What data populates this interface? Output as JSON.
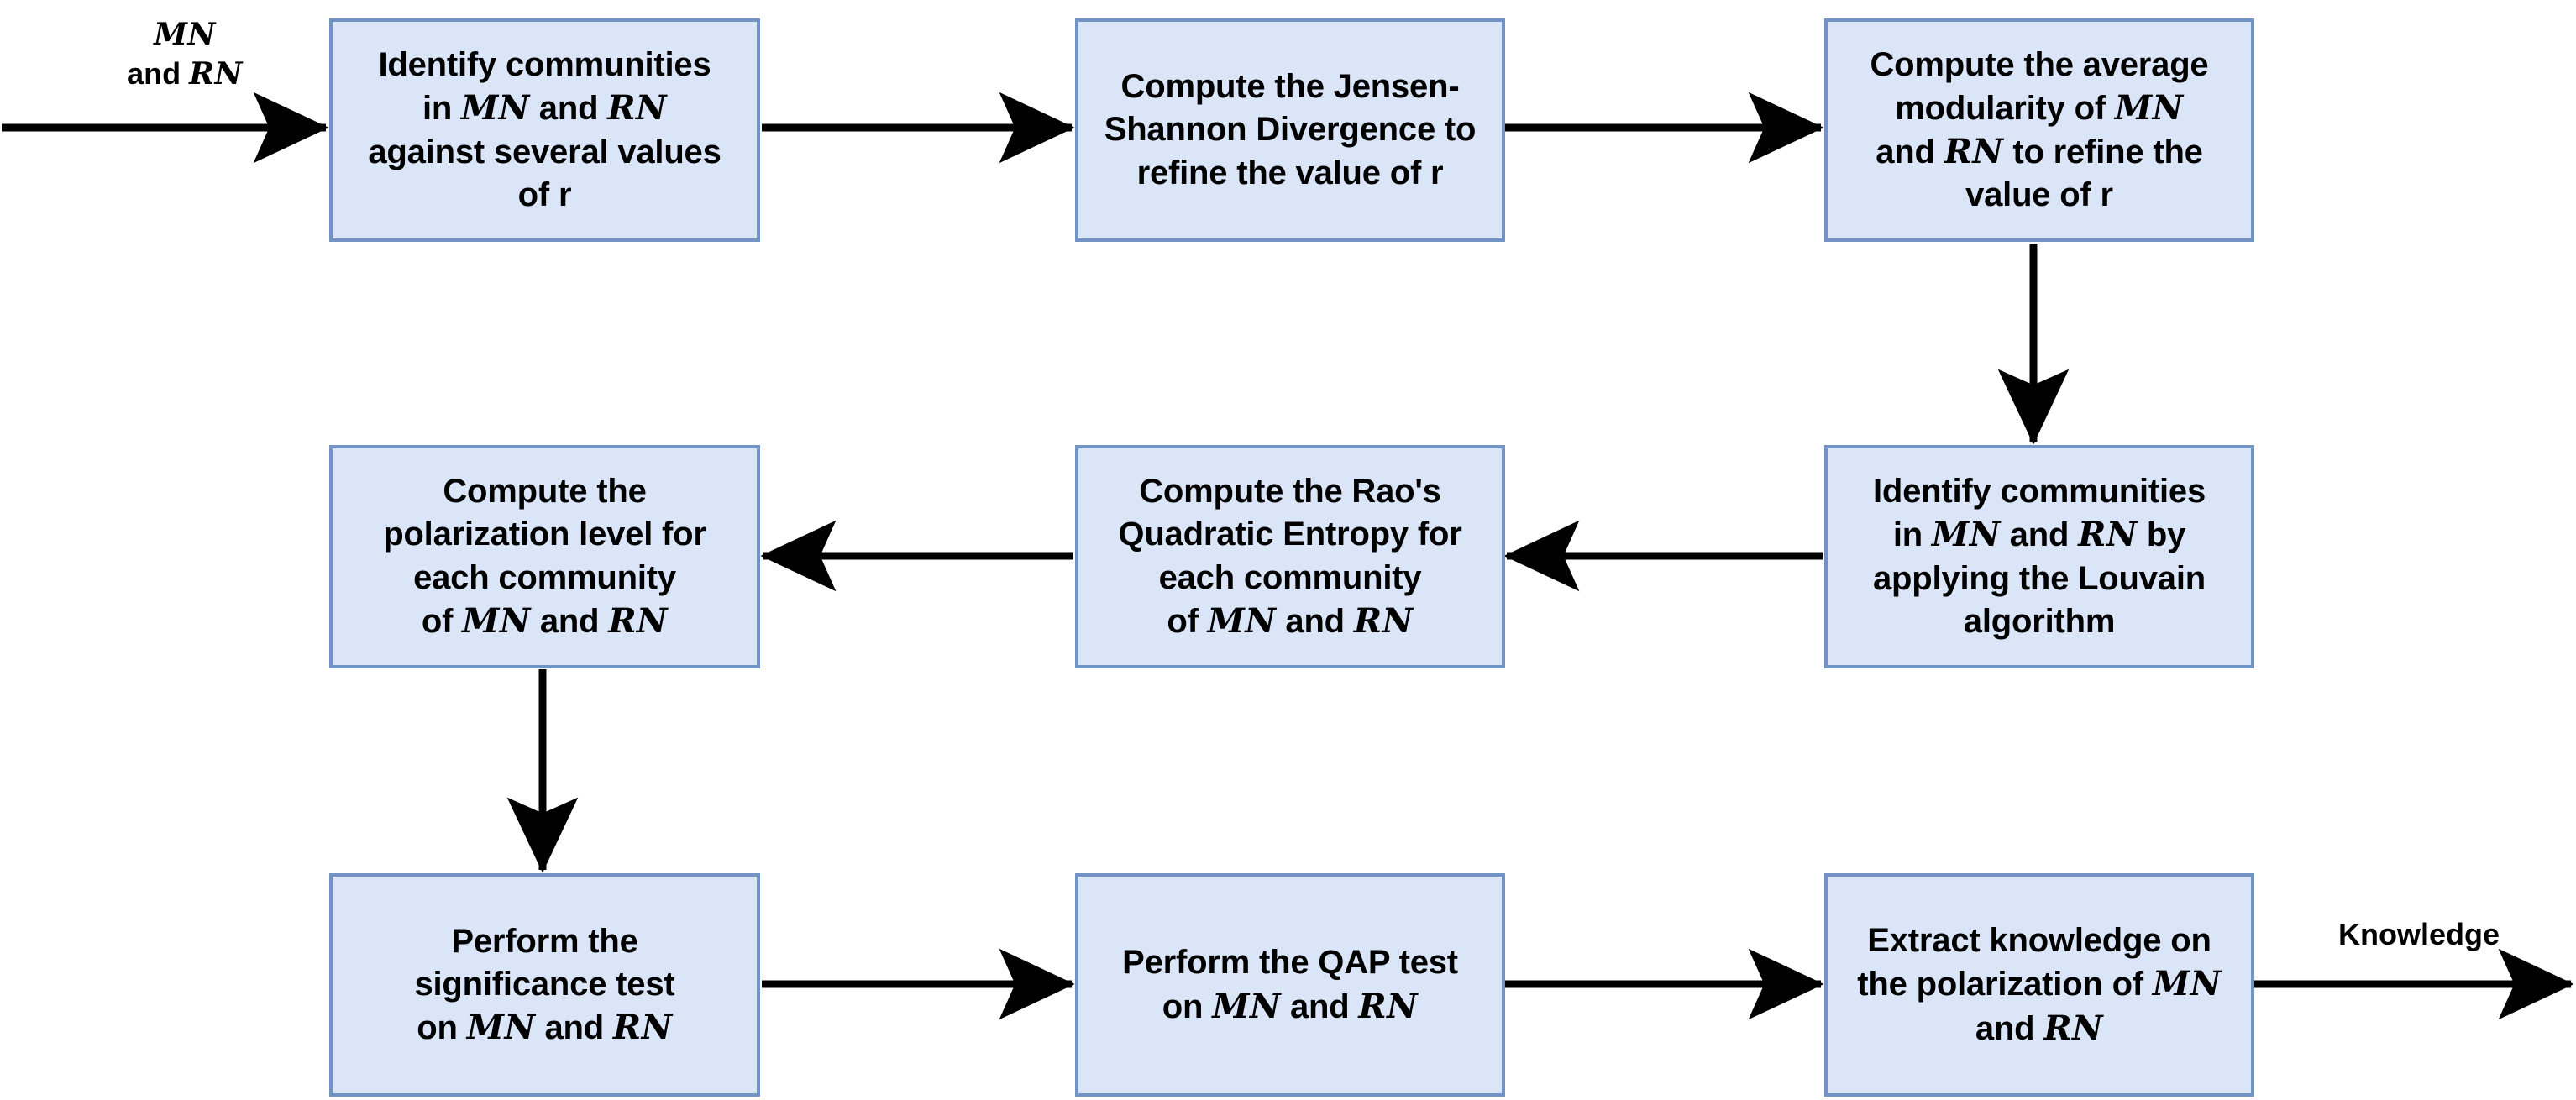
{
  "diagram": {
    "title": "Polarization analysis methodology flowchart",
    "colors": {
      "node_fill": "#dae5f7",
      "node_border": "#7294c4",
      "edge": "#000000",
      "text": "#000000",
      "background": "#ffffff"
    },
    "symbols": {
      "mention_network": "MN",
      "retweet_network": "RN"
    },
    "inputs": [
      {
        "id": "input-arrow",
        "label_line1": "MN",
        "label_line2_prefix": "and ",
        "label_line2_symbol": "RN",
        "label_plain": "MN and RN"
      }
    ],
    "outputs": [
      {
        "id": "output-arrow",
        "label": "Knowledge"
      }
    ],
    "nodes": [
      {
        "id": "identify-communities-r-values",
        "order": 1,
        "row": 1,
        "col": 1,
        "lines": [
          {
            "parts": [
              {
                "t": "text",
                "v": "Identify communities"
              }
            ]
          },
          {
            "parts": [
              {
                "t": "text",
                "v": "in "
              },
              {
                "t": "cal",
                "v": "MN"
              },
              {
                "t": "text",
                "v": " and "
              },
              {
                "t": "cal",
                "v": "RN"
              }
            ]
          },
          {
            "parts": [
              {
                "t": "text",
                "v": "against several values"
              }
            ]
          },
          {
            "parts": [
              {
                "t": "text",
                "v": "of r"
              }
            ]
          }
        ],
        "plain": "Identify communities in MN and RN against several values of r"
      },
      {
        "id": "jensen-shannon-divergence",
        "order": 2,
        "row": 1,
        "col": 2,
        "lines": [
          {
            "parts": [
              {
                "t": "text",
                "v": "Compute the Jensen-"
              }
            ]
          },
          {
            "parts": [
              {
                "t": "text",
                "v": "Shannon Divergence to"
              }
            ]
          },
          {
            "parts": [
              {
                "t": "text",
                "v": "refine the value of r"
              }
            ]
          }
        ],
        "plain": "Compute the Jensen-Shannon Divergence to refine the value of r"
      },
      {
        "id": "average-modularity",
        "order": 3,
        "row": 1,
        "col": 3,
        "lines": [
          {
            "parts": [
              {
                "t": "text",
                "v": "Compute the average"
              }
            ]
          },
          {
            "parts": [
              {
                "t": "text",
                "v": "modularity of "
              },
              {
                "t": "cal",
                "v": "MN"
              }
            ]
          },
          {
            "parts": [
              {
                "t": "text",
                "v": "and "
              },
              {
                "t": "cal",
                "v": "RN"
              },
              {
                "t": "text",
                "v": " to refine the"
              }
            ]
          },
          {
            "parts": [
              {
                "t": "text",
                "v": "value of r"
              }
            ]
          }
        ],
        "plain": "Compute the average modularity of MN and RN to refine the value of r"
      },
      {
        "id": "louvain-communities",
        "order": 4,
        "row": 2,
        "col": 3,
        "lines": [
          {
            "parts": [
              {
                "t": "text",
                "v": "Identify communities"
              }
            ]
          },
          {
            "parts": [
              {
                "t": "text",
                "v": "in "
              },
              {
                "t": "cal",
                "v": "MN"
              },
              {
                "t": "text",
                "v": " and "
              },
              {
                "t": "cal",
                "v": "RN"
              },
              {
                "t": "text",
                "v": " by"
              }
            ]
          },
          {
            "parts": [
              {
                "t": "text",
                "v": "applying the Louvain"
              }
            ]
          },
          {
            "parts": [
              {
                "t": "text",
                "v": "algorithm"
              }
            ]
          }
        ],
        "plain": "Identify communities in MN and RN by applying the Louvain algorithm"
      },
      {
        "id": "rao-quadratic-entropy",
        "order": 5,
        "row": 2,
        "col": 2,
        "lines": [
          {
            "parts": [
              {
                "t": "text",
                "v": "Compute the Rao's"
              }
            ]
          },
          {
            "parts": [
              {
                "t": "text",
                "v": "Quadratic Entropy for"
              }
            ]
          },
          {
            "parts": [
              {
                "t": "text",
                "v": "each community"
              }
            ]
          },
          {
            "parts": [
              {
                "t": "text",
                "v": "of "
              },
              {
                "t": "cal",
                "v": "MN"
              },
              {
                "t": "text",
                "v": " and "
              },
              {
                "t": "cal",
                "v": "RN"
              }
            ]
          }
        ],
        "plain": "Compute the Rao's Quadratic Entropy for each community of MN and RN"
      },
      {
        "id": "polarization-level",
        "order": 6,
        "row": 2,
        "col": 1,
        "lines": [
          {
            "parts": [
              {
                "t": "text",
                "v": "Compute the"
              }
            ]
          },
          {
            "parts": [
              {
                "t": "text",
                "v": "polarization level for"
              }
            ]
          },
          {
            "parts": [
              {
                "t": "text",
                "v": "each community"
              }
            ]
          },
          {
            "parts": [
              {
                "t": "text",
                "v": "of "
              },
              {
                "t": "cal",
                "v": "MN"
              },
              {
                "t": "text",
                "v": " and "
              },
              {
                "t": "cal",
                "v": "RN"
              }
            ]
          }
        ],
        "plain": "Compute the polarization level for each community of MN and RN"
      },
      {
        "id": "significance-test",
        "order": 7,
        "row": 3,
        "col": 1,
        "lines": [
          {
            "parts": [
              {
                "t": "text",
                "v": "Perform the"
              }
            ]
          },
          {
            "parts": [
              {
                "t": "text",
                "v": "significance test"
              }
            ]
          },
          {
            "parts": [
              {
                "t": "text",
                "v": "on "
              },
              {
                "t": "cal",
                "v": "MN"
              },
              {
                "t": "text",
                "v": " and "
              },
              {
                "t": "cal",
                "v": "RN"
              }
            ]
          }
        ],
        "plain": "Perform the significance test on MN and RN"
      },
      {
        "id": "qap-test",
        "order": 8,
        "row": 3,
        "col": 2,
        "lines": [
          {
            "parts": [
              {
                "t": "text",
                "v": "Perform the QAP test"
              }
            ]
          },
          {
            "parts": [
              {
                "t": "text",
                "v": "on "
              },
              {
                "t": "cal",
                "v": "MN"
              },
              {
                "t": "text",
                "v": " and "
              },
              {
                "t": "cal",
                "v": "RN"
              }
            ]
          }
        ],
        "plain": "Perform the QAP test on MN and RN"
      },
      {
        "id": "extract-knowledge",
        "order": 9,
        "row": 3,
        "col": 3,
        "lines": [
          {
            "parts": [
              {
                "t": "text",
                "v": "Extract knowledge on"
              }
            ]
          },
          {
            "parts": [
              {
                "t": "text",
                "v": "the polarization of "
              },
              {
                "t": "cal",
                "v": "MN"
              }
            ]
          },
          {
            "parts": [
              {
                "t": "text",
                "v": "and "
              },
              {
                "t": "cal",
                "v": "RN"
              }
            ]
          }
        ],
        "plain": "Extract knowledge on the polarization of MN and RN"
      }
    ],
    "edges": [
      {
        "id": "edge-input-to-1",
        "from": "input",
        "to": "identify-communities-r-values",
        "direction": "right"
      },
      {
        "id": "edge-1-to-2",
        "from": "identify-communities-r-values",
        "to": "jensen-shannon-divergence",
        "direction": "right"
      },
      {
        "id": "edge-2-to-3",
        "from": "jensen-shannon-divergence",
        "to": "average-modularity",
        "direction": "right"
      },
      {
        "id": "edge-3-to-4",
        "from": "average-modularity",
        "to": "louvain-communities",
        "direction": "down"
      },
      {
        "id": "edge-4-to-5",
        "from": "louvain-communities",
        "to": "rao-quadratic-entropy",
        "direction": "left"
      },
      {
        "id": "edge-5-to-6",
        "from": "rao-quadratic-entropy",
        "to": "polarization-level",
        "direction": "left"
      },
      {
        "id": "edge-6-to-7",
        "from": "polarization-level",
        "to": "significance-test",
        "direction": "down"
      },
      {
        "id": "edge-7-to-8",
        "from": "significance-test",
        "to": "qap-test",
        "direction": "right"
      },
      {
        "id": "edge-8-to-9",
        "from": "qap-test",
        "to": "extract-knowledge",
        "direction": "right"
      },
      {
        "id": "edge-9-to-output",
        "from": "extract-knowledge",
        "to": "output",
        "direction": "right"
      }
    ]
  }
}
